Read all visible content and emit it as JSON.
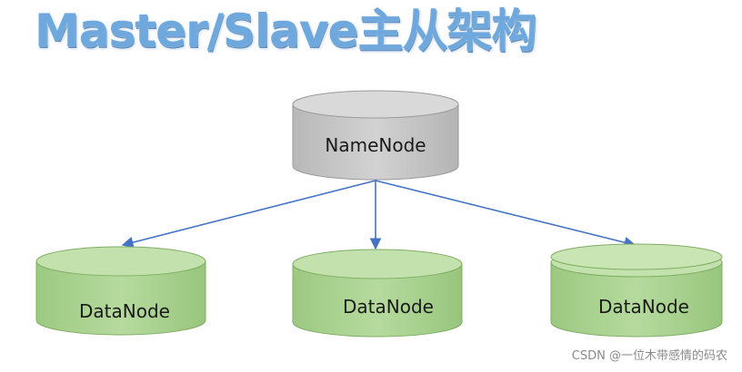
{
  "title": "Master/Slave主从架构",
  "nodes": {
    "master": {
      "label": "NameNode"
    },
    "slaves": [
      {
        "label": "DataNode"
      },
      {
        "label": "DataNode"
      },
      {
        "label": "DataNode"
      }
    ]
  },
  "colors": {
    "title": "#6fa8dc",
    "master_fill": "#c4c4c4",
    "slave_fill": "#a9d18e",
    "arrow": "#4472c4"
  },
  "watermark": "CSDN @一位木带感情的码农"
}
